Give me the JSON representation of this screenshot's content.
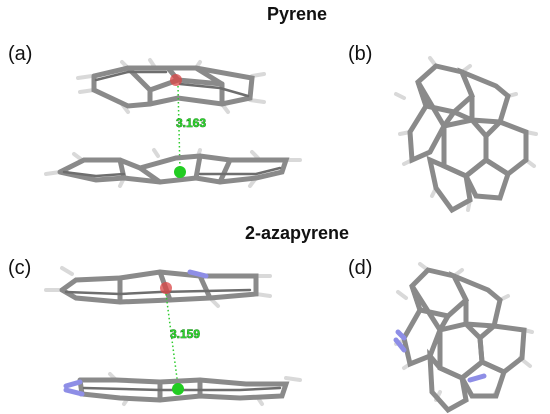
{
  "figure": {
    "titles": {
      "top": "Pyrene",
      "bottom": "2-azapyrene"
    },
    "panels": [
      {
        "label": "(a)",
        "distance": "3.163"
      },
      {
        "label": "(b)"
      },
      {
        "label": "(c)",
        "distance": "3.159"
      },
      {
        "label": "(d)"
      }
    ]
  },
  "colors": {
    "carbon": "#8a8a8a",
    "hydrogen": "#d9d9d9",
    "nitrogen": "#8e8ee6",
    "centroid": "#22cc22",
    "highlight": "#d94545",
    "distance_text": "#2fd12f"
  }
}
